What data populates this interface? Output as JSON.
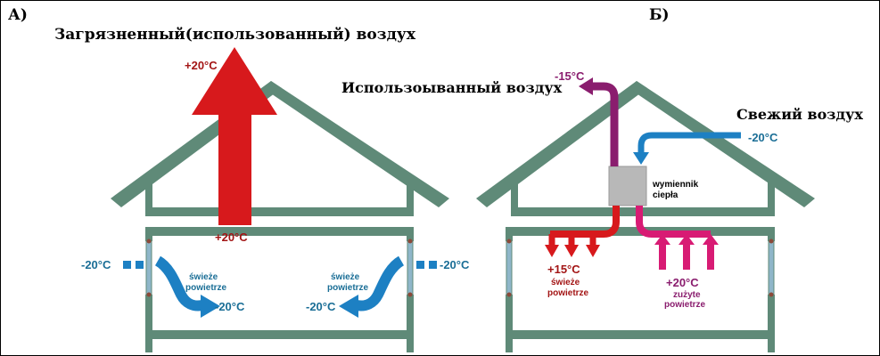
{
  "colors": {
    "house": "#5f8a78",
    "red": "#d7191c",
    "darkred": "#a31515",
    "blue": "#1d80c3",
    "teal": "#1a6e96",
    "purple": "#8a1d6e",
    "magenta": "#d81b74",
    "exchanger": "#b8b8b8",
    "window": "#8fb6c9"
  },
  "panel_a": {
    "letter": "А)",
    "heading": "Загрязненный(использованный) воздух",
    "top_temp": "+20°C",
    "bottom_temp": "+20°C",
    "left_outside_temp": "-20°C",
    "right_outside_temp": "-20°C",
    "left_fresh_label_1": "świeże",
    "left_fresh_label_2": "powietrze",
    "right_fresh_label_1": "świeże",
    "right_fresh_label_2": "powietrze",
    "left_inside_temp": "-20°C",
    "right_inside_temp": "-20°C"
  },
  "panel_b": {
    "letter": "Б)",
    "exhaust_temp": "-15°C",
    "exhaust_label": "Использоыванный воздух",
    "fresh_heading": "Свежий воздух",
    "fresh_temp": "-20°C",
    "exchanger_label_1": "wymiennik",
    "exchanger_label_2": "ciepła",
    "supply_temp": "+15°C",
    "supply_label_1": "świeże",
    "supply_label_2": "powietrze",
    "used_temp": "+20°C",
    "used_label_1": "zużyte",
    "used_label_2": "powietrze"
  }
}
